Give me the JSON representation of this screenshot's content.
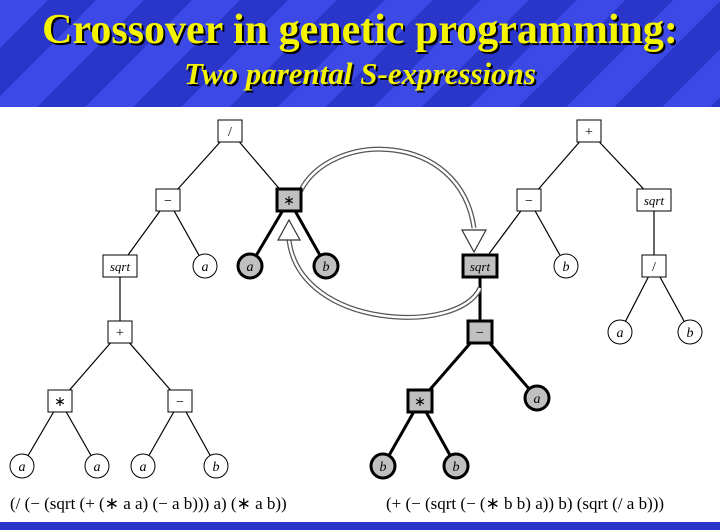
{
  "header": {
    "title": "Crossover in genetic programming:",
    "subtitle": "Two parental S-expressions"
  },
  "colors": {
    "title": "#f4f400",
    "header_stripe_light": "#3c49e6",
    "header_stripe_dark": "#2a35c9",
    "highlight_fill": "#c0c0c0",
    "node_fill": "#ffffff"
  },
  "left_tree": {
    "nodes": [
      {
        "id": "L1",
        "label": "/",
        "kind": "function",
        "highlight": false
      },
      {
        "id": "L2",
        "label": "−",
        "kind": "function",
        "highlight": false
      },
      {
        "id": "L3",
        "label": "∗",
        "kind": "function",
        "highlight": true
      },
      {
        "id": "L4",
        "label": "sqrt",
        "kind": "function",
        "highlight": false
      },
      {
        "id": "L5",
        "label": "a",
        "kind": "terminal",
        "highlight": false
      },
      {
        "id": "L6",
        "label": "a",
        "kind": "terminal",
        "highlight": true
      },
      {
        "id": "L7",
        "label": "b",
        "kind": "terminal",
        "highlight": true
      },
      {
        "id": "L8",
        "label": "+",
        "kind": "function",
        "highlight": false
      },
      {
        "id": "L9",
        "label": "∗",
        "kind": "function",
        "highlight": false
      },
      {
        "id": "L10",
        "label": "−",
        "kind": "function",
        "highlight": false
      },
      {
        "id": "L11",
        "label": "a",
        "kind": "terminal",
        "highlight": false
      },
      {
        "id": "L12",
        "label": "a",
        "kind": "terminal",
        "highlight": false
      },
      {
        "id": "L13",
        "label": "a",
        "kind": "terminal",
        "highlight": false
      },
      {
        "id": "L14",
        "label": "b",
        "kind": "terminal",
        "highlight": false
      }
    ],
    "edges": [
      [
        "L1",
        "L2"
      ],
      [
        "L1",
        "L3"
      ],
      [
        "L2",
        "L4"
      ],
      [
        "L2",
        "L5"
      ],
      [
        "L3",
        "L6"
      ],
      [
        "L3",
        "L7"
      ],
      [
        "L4",
        "L8"
      ],
      [
        "L8",
        "L9"
      ],
      [
        "L8",
        "L10"
      ],
      [
        "L9",
        "L11"
      ],
      [
        "L9",
        "L12"
      ],
      [
        "L10",
        "L13"
      ],
      [
        "L10",
        "L14"
      ]
    ],
    "expression": "(/ (− (sqrt (+ (∗ a a) (− a b))) a) (∗ a b))"
  },
  "right_tree": {
    "nodes": [
      {
        "id": "R1",
        "label": "+",
        "kind": "function",
        "highlight": false
      },
      {
        "id": "R2",
        "label": "−",
        "kind": "function",
        "highlight": false
      },
      {
        "id": "R3",
        "label": "sqrt",
        "kind": "function",
        "highlight": false
      },
      {
        "id": "R4",
        "label": "sqrt",
        "kind": "function",
        "highlight": true
      },
      {
        "id": "R5",
        "label": "b",
        "kind": "terminal",
        "highlight": false
      },
      {
        "id": "R6",
        "label": "/",
        "kind": "function",
        "highlight": false
      },
      {
        "id": "R7",
        "label": "−",
        "kind": "function",
        "highlight": true
      },
      {
        "id": "R8",
        "label": "a",
        "kind": "terminal",
        "highlight": false
      },
      {
        "id": "R9",
        "label": "b",
        "kind": "terminal",
        "highlight": false
      },
      {
        "id": "R10",
        "label": "∗",
        "kind": "function",
        "highlight": true
      },
      {
        "id": "R11",
        "label": "a",
        "kind": "terminal",
        "highlight": true
      },
      {
        "id": "R12",
        "label": "b",
        "kind": "terminal",
        "highlight": true
      },
      {
        "id": "R13",
        "label": "b",
        "kind": "terminal",
        "highlight": true
      }
    ],
    "edges": [
      [
        "R1",
        "R2"
      ],
      [
        "R1",
        "R3"
      ],
      [
        "R2",
        "R4"
      ],
      [
        "R2",
        "R5"
      ],
      [
        "R3",
        "R6"
      ],
      [
        "R6",
        "R8"
      ],
      [
        "R6",
        "R9"
      ],
      [
        "R4",
        "R7"
      ],
      [
        "R7",
        "R10"
      ],
      [
        "R7",
        "R11"
      ],
      [
        "R10",
        "R12"
      ],
      [
        "R10",
        "R13"
      ]
    ],
    "expression": "(+ (− (sqrt (− (∗ b b) a)) b) (sqrt (/ a b)))"
  }
}
